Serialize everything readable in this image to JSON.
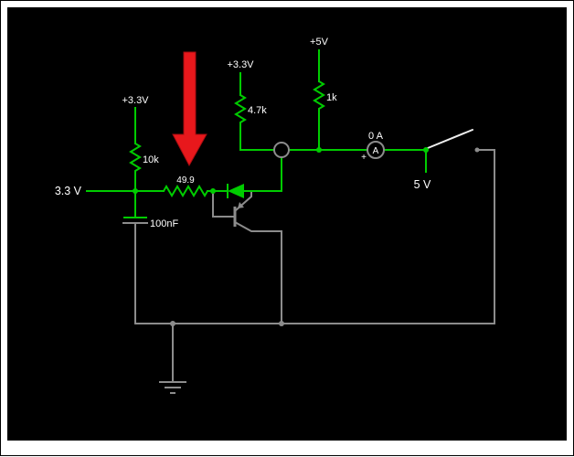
{
  "app": {
    "name": "circuit-simulator-canvas"
  },
  "colors": {
    "page": "#ffffff",
    "canvas": "#000000",
    "wire_active": "#00cc00",
    "wire_neutral": "#8c8c8c",
    "text": "#ffffff",
    "arrow": "#e8181c",
    "arrow_edge": "#a60d10",
    "switch_lever": "#eeeeee"
  },
  "circuit": {
    "input_label": "3.3 V",
    "output_label": "5 V",
    "supply_left": "+3.3V",
    "supply_mid": "+3.3V",
    "supply_right": "+5V",
    "r_pullup_left": "10k",
    "r_series": "49.9",
    "r_pullup_mid": "4.7k",
    "r_pullup_right": "1k",
    "capacitor": "100nF",
    "ammeter_reading": "0 A",
    "ammeter_letter": "A",
    "ammeter_plus": "+"
  }
}
